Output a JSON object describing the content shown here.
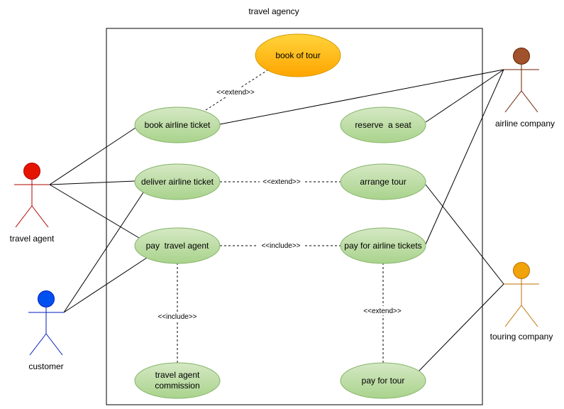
{
  "title": "travel agency",
  "colors": {
    "usecase_fill": "#a9d38c",
    "usecase_fill_light": "#d5e8c4",
    "usecase_stroke": "#82b366",
    "highlight_fill": "#ffa500",
    "highlight_fill_light": "#ffd43b",
    "highlight_stroke": "#d79b00",
    "line": "#000000"
  },
  "usecases": [
    {
      "id": "book-of-tour",
      "label": "book of tour",
      "highlight": true
    },
    {
      "id": "book-airline-ticket",
      "label": "book airline ticket"
    },
    {
      "id": "reserve-a-seat",
      "label": "reserve  a seat"
    },
    {
      "id": "deliver-airline-ticket",
      "label": "deliver airline ticket"
    },
    {
      "id": "arrange-tour",
      "label": "arrange tour"
    },
    {
      "id": "pay-travel-agent",
      "label": "pay  travel agent"
    },
    {
      "id": "pay-for-airline-tickets",
      "label": "pay for airline tickets"
    },
    {
      "id": "travel-agent-commission",
      "label": "travel agent",
      "label2": "commission"
    },
    {
      "id": "pay-for-tour",
      "label": "pay for tour"
    }
  ],
  "actors": [
    {
      "id": "travel-agent",
      "label": "travel agent",
      "color": "#e51400",
      "stroke": "#b20000"
    },
    {
      "id": "customer",
      "label": "customer",
      "color": "#0050ef",
      "stroke": "#001dbc"
    },
    {
      "id": "airline-company",
      "label": "airline company",
      "color": "#a0522d",
      "stroke": "#6d1f00"
    },
    {
      "id": "touring-company",
      "label": "touring company",
      "color": "#f0a30a",
      "stroke": "#bd7000"
    }
  ],
  "relationships": {
    "extend": "<<extend>>",
    "include": "<<include>>"
  }
}
